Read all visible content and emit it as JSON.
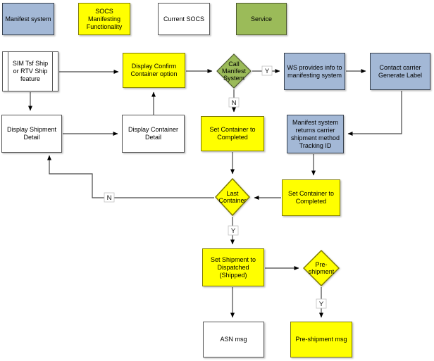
{
  "title": "Shipment manifesting flowchart",
  "colors": {
    "manifest_system_blue": "#a3b8d6",
    "socs_functionality_yellow": "#ffff00",
    "current_socs_white": "#ffffff",
    "service_green": "#9bbb59",
    "connector": "#474747"
  },
  "legend": {
    "manifest_system": {
      "label": "Manifest system"
    },
    "socs_manifesting": {
      "label": "SOCS Manifesting Functionality"
    },
    "current_socs": {
      "label": "Current SOCS"
    },
    "service": {
      "label": "Service"
    }
  },
  "nodes": {
    "sim_ship": {
      "label": "SIM Tsf Ship or RTV Ship feature"
    },
    "display_confirm": {
      "label": "Display Confirm Container option"
    },
    "call_manifest": {
      "label": "Call Manifest System"
    },
    "ws_provides": {
      "label": "WS provides info to manifesting system"
    },
    "contact_carrier": {
      "label": "Contact carrier Generate Label"
    },
    "display_shipment": {
      "label": "Display Shipment Detail"
    },
    "display_container": {
      "label": "Display Container Detail"
    },
    "set_container_1": {
      "label": "Set Container to Completed"
    },
    "manifest_returns": {
      "label": "Manifest system returns carrier shipment method Tracking ID"
    },
    "last_container": {
      "label": "Last Container"
    },
    "set_container_2": {
      "label": "Set Container to Completed"
    },
    "set_shipment": {
      "label": "Set Shipment to Dispatched (Shipped)"
    },
    "pre_shipment": {
      "label": "Pre-shipment"
    },
    "asn_msg": {
      "label": "ASN msg"
    },
    "pre_shipment_msg": {
      "label": "Pre-shipment msg"
    }
  },
  "edge_labels": {
    "call_manifest_yes": "Y",
    "call_manifest_no": "N",
    "last_container_no": "N",
    "last_container_yes": "Y",
    "pre_shipment_yes": "Y"
  }
}
